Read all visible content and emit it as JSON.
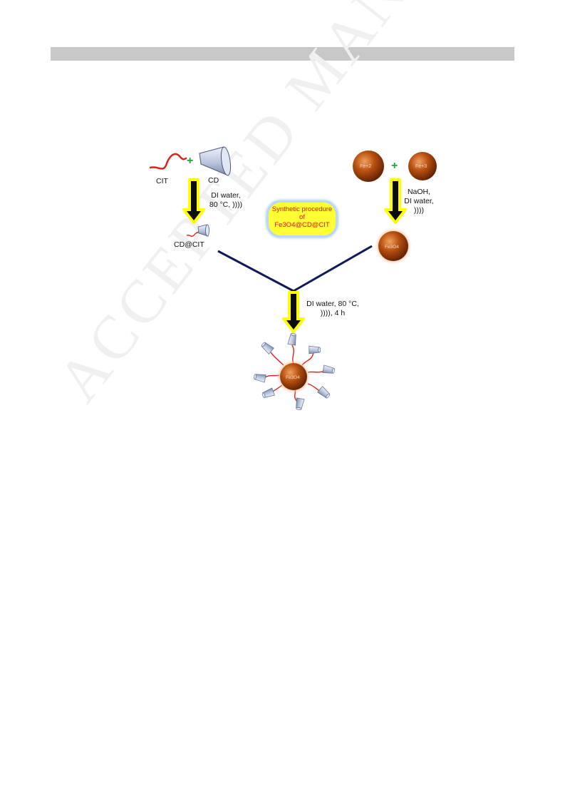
{
  "header": {
    "bar_color": "#c8c8c8"
  },
  "watermark": {
    "text": "ACCEPTED MANUSCRIPT"
  },
  "diagram": {
    "left_branch": {
      "reactant_1": "CIT",
      "reactant_2": "CD",
      "plus": "+",
      "conditions_line1": "DI water,",
      "conditions_line2": "80 °C, ))))",
      "product": "CD@CIT"
    },
    "right_branch": {
      "reactant_1": "Fe+2",
      "reactant_2": "Fe+3",
      "plus": "+",
      "conditions_line1": "NaOH,",
      "conditions_line2": "DI water,",
      "conditions_line3": "))))",
      "product": "Fe3O4"
    },
    "center_badge": {
      "line1": "Synthetic procedure",
      "line2": "of",
      "line3": "Fe3O4@CD@CIT"
    },
    "final_step": {
      "conditions_line1": "DI water, 80 °C,",
      "conditions_line2": ")))), 4 h",
      "core_label": "Fe3O4"
    },
    "colors": {
      "arrow_fill": "#0d0d0d",
      "arrow_glow": "#ffff00",
      "sphere": "#b8500f",
      "connector": "#101a5a",
      "chain": "#e0201b",
      "cup": "#c8d2e8",
      "plus": "#1fa33a"
    }
  }
}
